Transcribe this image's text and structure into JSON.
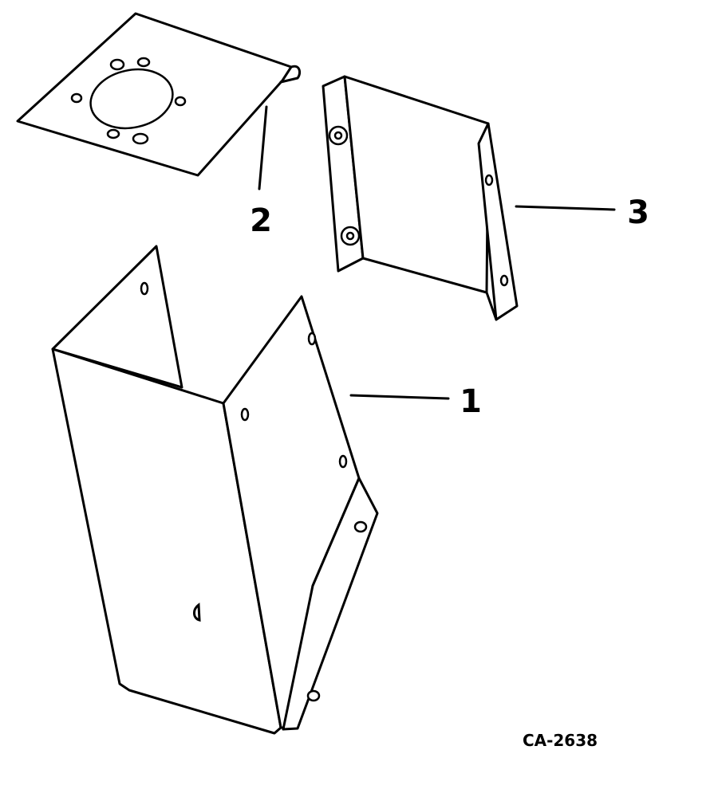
{
  "callouts": {
    "part1": "1",
    "part2": "2",
    "part3": "3"
  },
  "figure_code": "CA-2638",
  "colors": {
    "line": "#000000",
    "background": "#ffffff"
  }
}
